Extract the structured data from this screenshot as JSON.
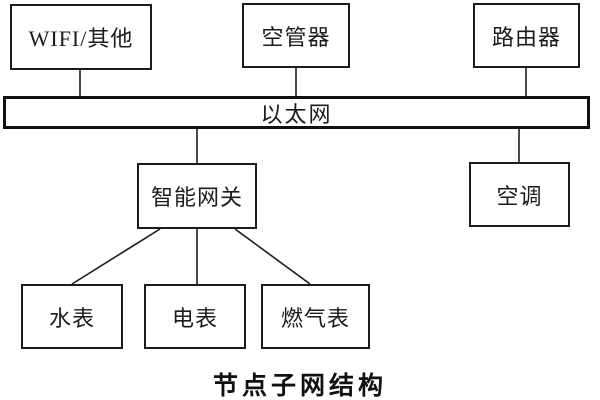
{
  "diagram": {
    "caption": "节点子网结构",
    "bus": {
      "label": "以太网"
    },
    "nodes": {
      "wifi": {
        "label": "WIFI/其他"
      },
      "airctrl": {
        "label": "空管器"
      },
      "router": {
        "label": "路由器"
      },
      "gateway": {
        "label": "智能网关"
      },
      "ac": {
        "label": "空调"
      },
      "water": {
        "label": "水表"
      },
      "electric": {
        "label": "电表"
      },
      "gas": {
        "label": "燃气表"
      }
    },
    "colors": {
      "line": "#1c1c1c",
      "bus_border": "#111111",
      "background": "#ffffff",
      "text": "#1c1c1c"
    }
  }
}
